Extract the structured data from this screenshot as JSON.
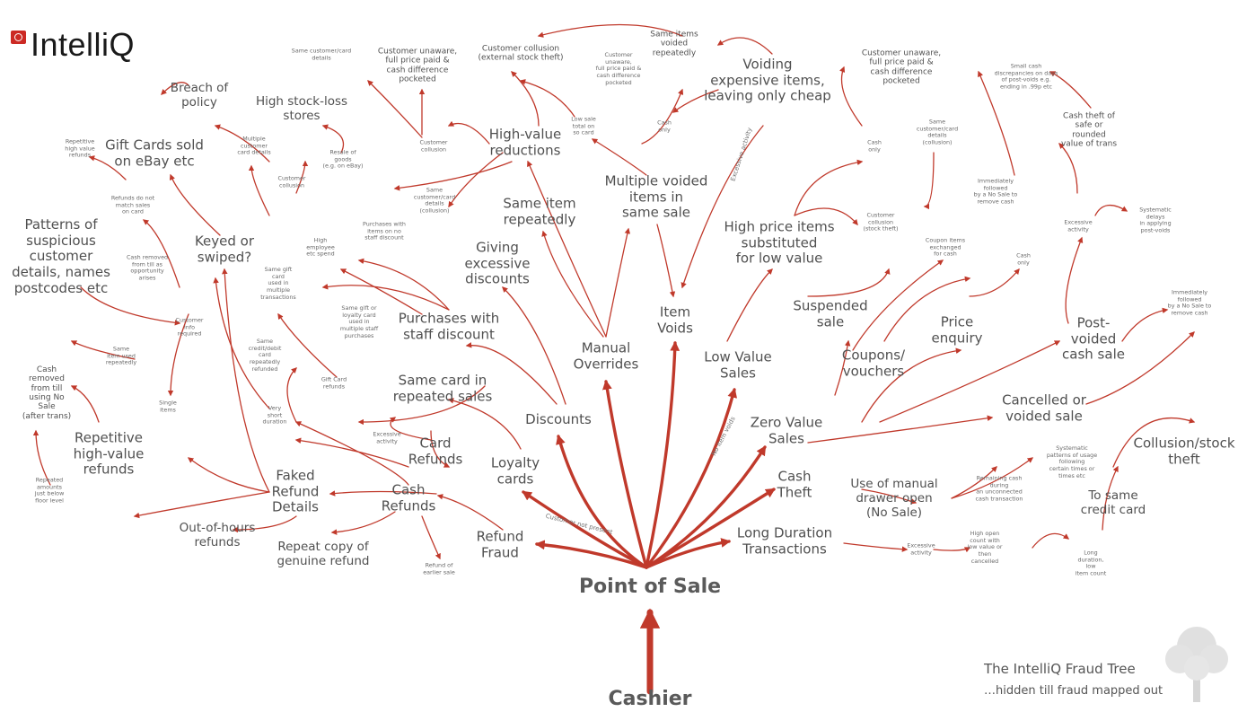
{
  "brand": {
    "name": "IntelliQ"
  },
  "root": {
    "label": "Point of Sale"
  },
  "trunk": {
    "label": "Cashier"
  },
  "caption": {
    "title": "The IntelliQ Fraud Tree",
    "subtitle": "…hidden till fraud mapped out"
  },
  "colors": {
    "link": "#c0392b",
    "text": "#505050",
    "brand": "#cc2a24"
  },
  "icons": {
    "tree": "tree-icon",
    "brand": "brand-mark-icon"
  },
  "branch_labels": {
    "customer_not_present": "Customer not present",
    "no_item_voids": "No item voids",
    "excessive_activity": "Excessive activity"
  },
  "nodes": [
    {
      "id": "manual-overrides",
      "label": "Manual\nOverrides",
      "size": 1
    },
    {
      "id": "item-voids",
      "label": "Item\nVoids",
      "size": 1
    },
    {
      "id": "low-value-sales",
      "label": "Low Value\nSales",
      "size": 1
    },
    {
      "id": "zero-value-sales",
      "label": "Zero Value\nSales",
      "size": 1
    },
    {
      "id": "cash-theft",
      "label": "Cash\nTheft",
      "size": 1
    },
    {
      "id": "long-duration",
      "label": "Long Duration\nTransactions",
      "size": 1
    },
    {
      "id": "discounts",
      "label": "Discounts",
      "size": 1
    },
    {
      "id": "loyalty-cards",
      "label": "Loyalty\ncards",
      "size": 1
    },
    {
      "id": "refund-fraud",
      "label": "Refund\nFraud",
      "size": 1
    },
    {
      "id": "voiding-expensive",
      "label": "Voiding\nexpensive items,\nleaving only cheap",
      "size": 1
    },
    {
      "id": "multiple-voided",
      "label": "Multiple voided\nitems in\nsame sale",
      "size": 1
    },
    {
      "id": "high-value-reductions",
      "label": "High-value\nreductions",
      "size": 1
    },
    {
      "id": "same-item-repeatedly",
      "label": "Same item\nrepeatedly",
      "size": 1
    },
    {
      "id": "giving-excessive-discounts",
      "label": "Giving\nexcessive\ndiscounts",
      "size": 1
    },
    {
      "id": "purchases-staff-discount",
      "label": "Purchases with\nstaff discount",
      "size": 1
    },
    {
      "id": "same-card-repeated",
      "label": "Same card in\nrepeated sales",
      "size": 1
    },
    {
      "id": "card-refunds",
      "label": "Card\nRefunds",
      "size": 1
    },
    {
      "id": "cash-refunds",
      "label": "Cash\nRefunds",
      "size": 1
    },
    {
      "id": "faked-refund-details",
      "label": "Faked\nRefund\nDetails",
      "size": 1
    },
    {
      "id": "out-of-hours-refunds",
      "label": "Out-of-hours\nrefunds",
      "size": 2
    },
    {
      "id": "repeat-copy-refund",
      "label": "Repeat copy of\ngenuine refund",
      "size": 2
    },
    {
      "id": "repetitive-high-value-refunds",
      "label": "Repetitive\nhigh-value\nrefunds",
      "size": 1
    },
    {
      "id": "patterns-suspicious",
      "label": "Patterns of\nsuspicious\ncustomer\ndetails, names\npostcodes etc",
      "size": 1
    },
    {
      "id": "keyed-or-swiped",
      "label": "Keyed or\nswiped?",
      "size": 1
    },
    {
      "id": "gift-cards-ebay",
      "label": "Gift Cards sold\non eBay etc",
      "size": 1
    },
    {
      "id": "breach-of-policy",
      "label": "Breach of\npolicy",
      "size": 2
    },
    {
      "id": "high-stock-loss",
      "label": "High stock-loss\nstores",
      "size": 2
    },
    {
      "id": "high-price-substituted",
      "label": "High price items\nsubstituted\nfor low value",
      "size": 1
    },
    {
      "id": "suspended-sale",
      "label": "Suspended\nsale",
      "size": 1
    },
    {
      "id": "coupons-vouchers",
      "label": "Coupons/\nvouchers",
      "size": 1
    },
    {
      "id": "price-enquiry",
      "label": "Price\nenquiry",
      "size": 1
    },
    {
      "id": "post-voided-cash-sale",
      "label": "Post-\nvoided\ncash sale",
      "size": 1
    },
    {
      "id": "cancelled-voided-sale",
      "label": "Cancelled or\nvoided sale",
      "size": 1
    },
    {
      "id": "collusion-stock-theft",
      "label": "Collusion/stock\ntheft",
      "size": 1
    },
    {
      "id": "to-same-credit-card",
      "label": "To same\ncredit card",
      "size": 2
    },
    {
      "id": "manual-drawer-open",
      "label": "Use of manual\ndrawer open\n(No Sale)",
      "size": 2
    },
    {
      "id": "customer-collusion-ext",
      "label": "Customer collusion\n(external stock theft)",
      "size": 3
    },
    {
      "id": "same-items-voided",
      "label": "Same items\nvoided\nrepeatedly",
      "size": 3
    },
    {
      "id": "customer-unaware-top",
      "label": "Customer unaware,\nfull price paid &\ncash difference\npocketed",
      "size": 3
    },
    {
      "id": "customer-unaware-right",
      "label": "Customer unaware,\nfull price paid &\ncash difference\npocketed",
      "size": 3
    },
    {
      "id": "cash-theft-of-safe",
      "label": "Cash theft of\nsafe or\nrounded\nvalue of trans",
      "size": 3
    },
    {
      "id": "cash-only-1",
      "label": "Cash\nonly",
      "size": 4
    },
    {
      "id": "cash-only-2",
      "label": "Cash\nonly",
      "size": 4
    },
    {
      "id": "cash-only-3",
      "label": "Cash\nonly",
      "size": 4
    },
    {
      "id": "low-sale-card",
      "label": "Low sale\ntotal on\nso card",
      "size": 4
    },
    {
      "id": "customer-unaware-small",
      "label": "Customer\nunaware,\nfull price paid &\ncash difference\npocketed",
      "size": 4
    },
    {
      "id": "same-customer-card-top",
      "label": "Same customer/card\ndetails",
      "size": 4
    },
    {
      "id": "customer-collusion-1",
      "label": "Customer\ncollusion",
      "size": 4
    },
    {
      "id": "customer-collusion-2",
      "label": "Customer\ncollusion",
      "size": 4
    },
    {
      "id": "customer-collusion-stock",
      "label": "Customer\ncollusion\n(stock theft)",
      "size": 4
    },
    {
      "id": "same-customer-card-mid",
      "label": "Same\ncustomer/card\ndetails\n(collusion)",
      "size": 4
    },
    {
      "id": "same-customer-card-right",
      "label": "Same\ncustomer/card\ndetails\n(collusion)",
      "size": 4
    },
    {
      "id": "resale-goods",
      "label": "Resale of\ngoods\n(e.g. on eBay)",
      "size": 4
    },
    {
      "id": "high-employee-spend",
      "label": "High\nemployee\netc spend",
      "size": 4
    },
    {
      "id": "purchases-with-items",
      "label": "Purchases with\nitems on no\nstaff discount",
      "size": 4
    },
    {
      "id": "multiple-customer-card",
      "label": "Multiple\ncustomer\ncard details",
      "size": 4
    },
    {
      "id": "repetitive-high-value",
      "label": "Repetitive\nhigh value\nrefunds",
      "size": 4
    },
    {
      "id": "refunds-no-match",
      "label": "Refunds do not\nmatch sales\non card",
      "size": 4
    },
    {
      "id": "cash-removed-till",
      "label": "Cash removed\nfrom till as\nopportunity\narises",
      "size": 4
    },
    {
      "id": "same-gift-card",
      "label": "Same gift\ncard\nused in\nmultiple\ntransactions",
      "size": 4
    },
    {
      "id": "same-gift-loyalty",
      "label": "Same gift or\nloyalty card\nused in\nmultiple staff\npurchases",
      "size": 4
    },
    {
      "id": "same-credit-debit",
      "label": "Same\ncredit/debit\ncard\nrepeatedly\nrefunded",
      "size": 4
    },
    {
      "id": "gift-card-refunds",
      "label": "Gift Card\nrefunds",
      "size": 4
    },
    {
      "id": "customer-info-required",
      "label": "Customer\ninfo\nrequired",
      "size": 4
    },
    {
      "id": "same-item-used",
      "label": "Same\nitem used\nrepeatedly",
      "size": 4
    },
    {
      "id": "single-items",
      "label": "Single\nitems",
      "size": 4
    },
    {
      "id": "very-short-duration",
      "label": "Very\nshort\nduration",
      "size": 4
    },
    {
      "id": "excessive-activity-1",
      "label": "Excessive\nactivity",
      "size": 4
    },
    {
      "id": "cash-removed-no-sale",
      "label": "Cash\nremoved\nfrom till\nusing No\nSale\n(after trans)",
      "size": 3
    },
    {
      "id": "repeated-amounts",
      "label": "Repeated\namounts\njust below\nfloor level",
      "size": 4
    },
    {
      "id": "refund-earlier-sale",
      "label": "Refund of\nearlier sale",
      "size": 4
    },
    {
      "id": "small-cash-discrepancies",
      "label": "Small cash\ndiscrepancies on days\nof post-voids e.g.\nending in .99p etc",
      "size": 4
    },
    {
      "id": "immediately-followed-1",
      "label": "Immediately\nfollowed\nby a No Sale to\nremove cash",
      "size": 4
    },
    {
      "id": "immediately-followed-2",
      "label": "Immediately\nfollowed\nby a No Sale to\nremove cash",
      "size": 4
    },
    {
      "id": "coupon-items-exchanged",
      "label": "Coupon items\nexchanged\nfor cash",
      "size": 4
    },
    {
      "id": "excessive-activity-2",
      "label": "Excessive\nactivity",
      "size": 4
    },
    {
      "id": "systematic-delays",
      "label": "Systematic\ndelays\nin applying\npost-voids",
      "size": 4
    },
    {
      "id": "systematic-patterns",
      "label": "Systematic\npatterns of usage\nfollowing\ncertain times or\ntimes etc",
      "size": 4
    },
    {
      "id": "remaining-cash",
      "label": "Remaining cash\nduring\nan unconnected\ncash transaction",
      "size": 4
    },
    {
      "id": "excessive-activity-3",
      "label": "Excessive\nactivity",
      "size": 4
    },
    {
      "id": "high-open-count",
      "label": "High open\ncount with\nlow value or\nthen\ncancelled",
      "size": 4
    },
    {
      "id": "long-duration-low",
      "label": "Long\nduration,\nlow\nitem count",
      "size": 4
    }
  ]
}
